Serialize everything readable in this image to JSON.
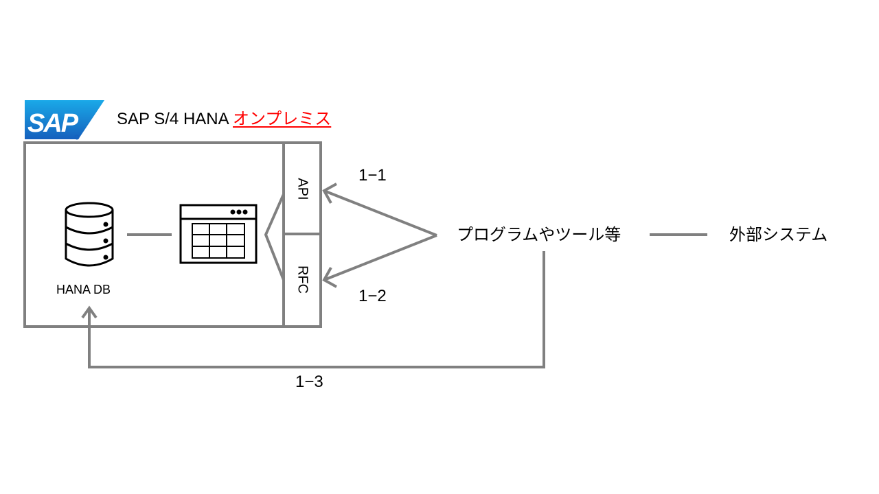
{
  "logo": {
    "text": "SAP"
  },
  "header": {
    "title": "SAP S/4 HANA",
    "title_highlight": "オンプレミス"
  },
  "system": {
    "db_label": "HANA DB",
    "api_label": "API",
    "rfc_label": "RFC"
  },
  "connections": {
    "c1": "1−1",
    "c2": "1−2",
    "c3": "1−3"
  },
  "nodes": {
    "program": "プログラムやツール等",
    "external": "外部システム"
  },
  "colors": {
    "line": "#808080",
    "highlight": "#ff0000",
    "logo_top": "#1aa9e8",
    "logo_bottom": "#1560bd"
  }
}
